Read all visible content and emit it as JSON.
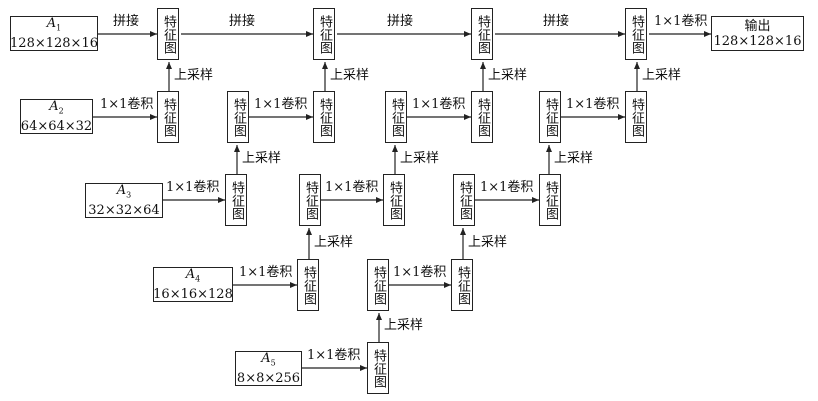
{
  "inputs": [
    {
      "name": "A",
      "sub": "1",
      "dims": "128×128×16"
    },
    {
      "name": "A",
      "sub": "2",
      "dims": "64×64×32"
    },
    {
      "name": "A",
      "sub": "3",
      "dims": "32×32×64"
    },
    {
      "name": "A",
      "sub": "4",
      "dims": "16×16×128"
    },
    {
      "name": "A",
      "sub": "5",
      "dims": "8×8×256"
    }
  ],
  "output": {
    "label": "输出",
    "dims": "128×128×16"
  },
  "node_label": "特征图",
  "edge_labels": {
    "concat": "拼接",
    "conv": "1×1卷积",
    "upsample": "上采样"
  }
}
